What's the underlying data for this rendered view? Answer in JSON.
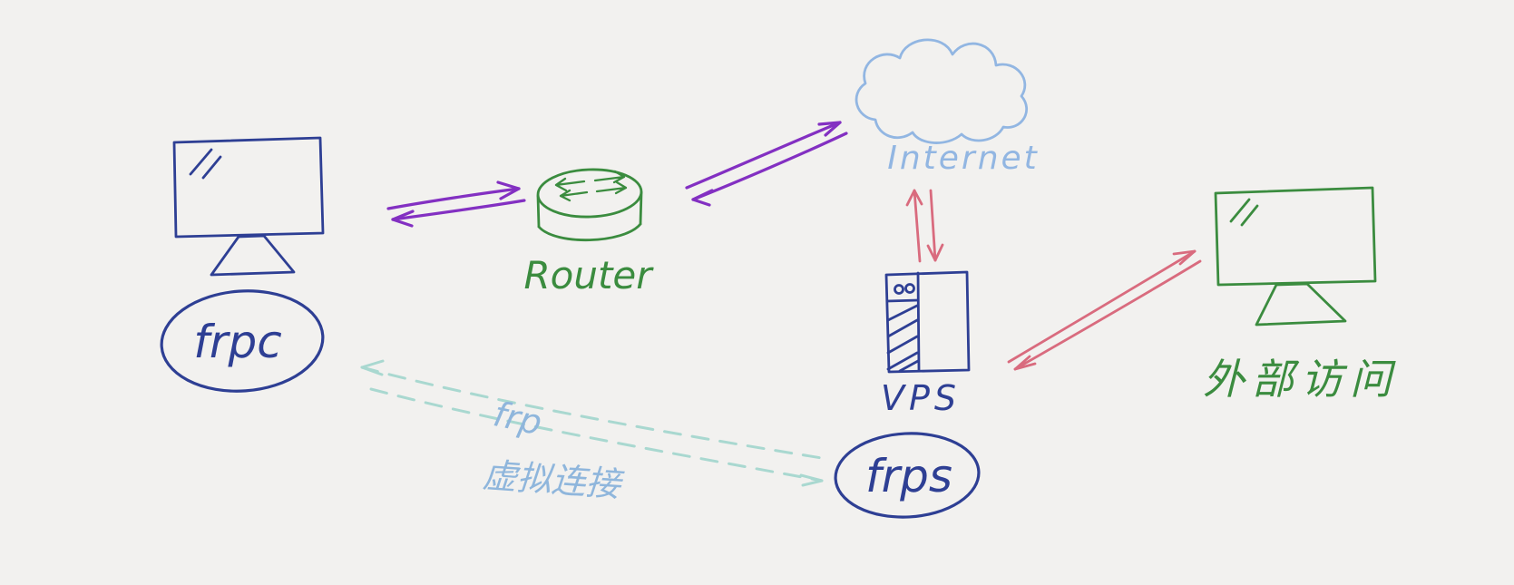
{
  "diagram": {
    "background_color": "#f2f1ef",
    "colors": {
      "blue": "#2e3f94",
      "green": "#3b8c3f",
      "purple": "#8330c2",
      "red": "#d96b7e",
      "cloud_blue": "#92b6e2",
      "teal": "#a9d8d0",
      "label_blue": "#8fb6dc"
    },
    "nodes": {
      "frpc": {
        "label": "frpc",
        "icon": "desktop-monitor"
      },
      "router": {
        "label": "Router",
        "icon": "router-cylinder"
      },
      "internet": {
        "label": "Internet",
        "icon": "cloud"
      },
      "vps": {
        "label": "VPS",
        "icon": "server-tower"
      },
      "frps": {
        "label": "frps",
        "icon": "ellipse-bubble"
      },
      "external": {
        "label": "外部访问",
        "icon": "desktop-monitor"
      }
    },
    "connections": [
      {
        "from": "frpc",
        "to": "Router",
        "style": "double-arrow",
        "color": "purple"
      },
      {
        "from": "Router",
        "to": "Internet",
        "style": "double-arrow",
        "color": "purple"
      },
      {
        "from": "Internet",
        "to": "VPS",
        "style": "double-arrow",
        "color": "red"
      },
      {
        "from": "VPS",
        "to": "外部访问",
        "style": "double-arrow",
        "color": "red"
      },
      {
        "from": "frpc",
        "to": "frps",
        "style": "dashed-double-arrow",
        "color": "teal"
      }
    ],
    "virtual_link_label": {
      "line1": "frp",
      "line2": "虚拟连接"
    }
  }
}
